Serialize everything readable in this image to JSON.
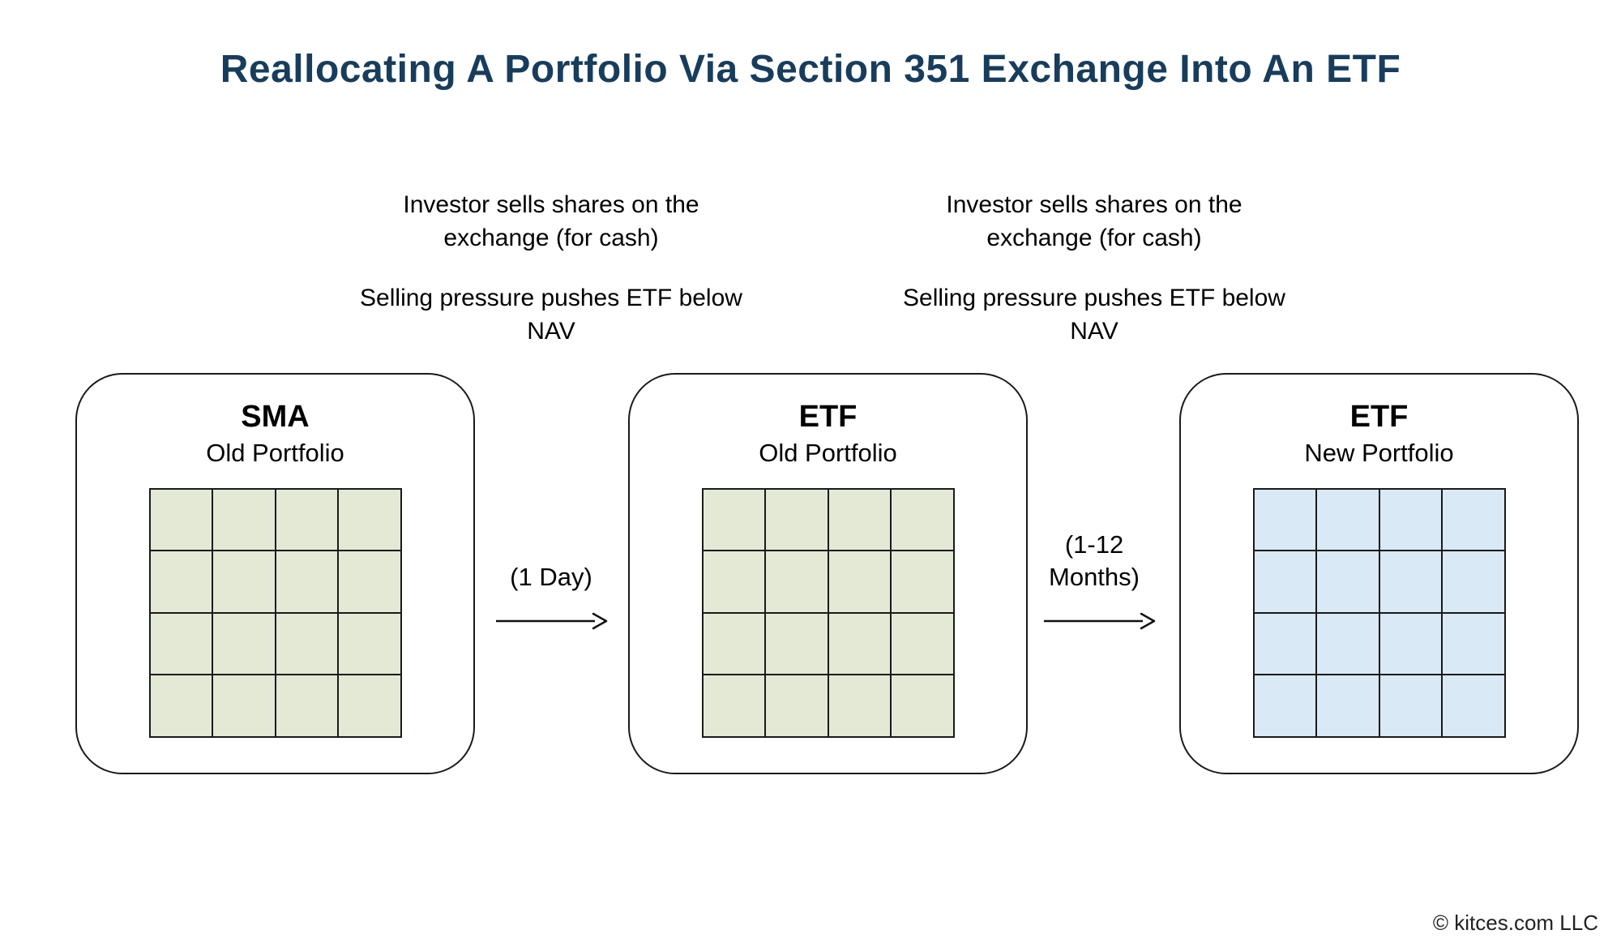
{
  "page": {
    "title": "Reallocating A Portfolio Via Section 351 Exchange Into An ETF",
    "footer": "© kitces.com LLC"
  },
  "annotations": [
    {
      "sell": "Investor sells shares on the exchange (for cash)",
      "pressure": "Selling pressure pushes ETF below NAV"
    },
    {
      "sell": "Investor sells shares on the exchange (for cash)",
      "pressure": "Selling pressure pushes ETF below NAV"
    }
  ],
  "transitions": [
    {
      "duration": "(1 Day)"
    },
    {
      "duration": "(1-12 Months)"
    }
  ],
  "boxes": [
    {
      "title": "SMA",
      "subtitle": "Old Portfolio",
      "grid": {
        "rows": 4,
        "cols": 4,
        "fill": "#e4e9d6",
        "line": "#1a1a1a"
      }
    },
    {
      "title": "ETF",
      "subtitle": "Old Portfolio",
      "grid": {
        "rows": 4,
        "cols": 4,
        "fill": "#e4e9d6",
        "line": "#1a1a1a"
      }
    },
    {
      "title": "ETF",
      "subtitle": "New Portfolio",
      "grid": {
        "rows": 4,
        "cols": 4,
        "fill": "#d9e9f6",
        "line": "#1a1a1a"
      }
    }
  ],
  "colors": {
    "title_navy": "#183d5c",
    "sma_green": "#e4e9d6",
    "etf_blue": "#d9e9f6",
    "line_black": "#1a1a1a"
  }
}
